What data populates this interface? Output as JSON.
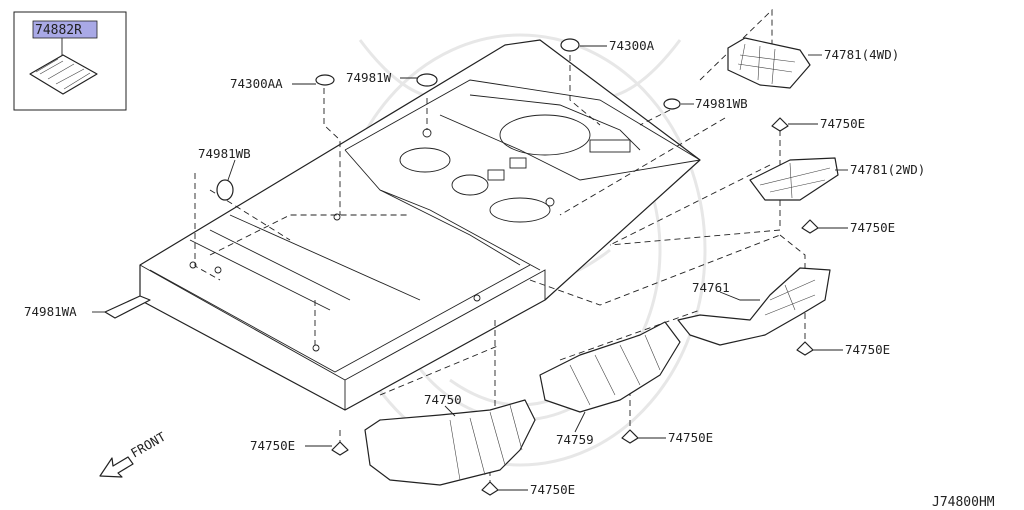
{
  "inset": {
    "label": "74882R"
  },
  "labels": {
    "p74300A": "74300A",
    "p74300AA": "74300AA",
    "p74981W": "74981W",
    "p74981WB_top": "74981WB",
    "p74981WB_left": "74981WB",
    "p74981WA": "74981WA",
    "p74781_4wd": "74781(4WD)",
    "p74781_2wd": "74781(2WD)",
    "p74750E_1": "74750E",
    "p74750E_2": "74750E",
    "p74750E_3": "74750E",
    "p74750E_4": "74750E",
    "p74750E_5": "74750E",
    "p74750E_6": "74750E",
    "p74761": "74761",
    "p74750": "74750",
    "p74759": "74759"
  },
  "front_label": "FRONT",
  "diagram_code": "J74800HM",
  "colors": {
    "inset_label_bg": "#a9a9e6",
    "line": "#222222"
  }
}
